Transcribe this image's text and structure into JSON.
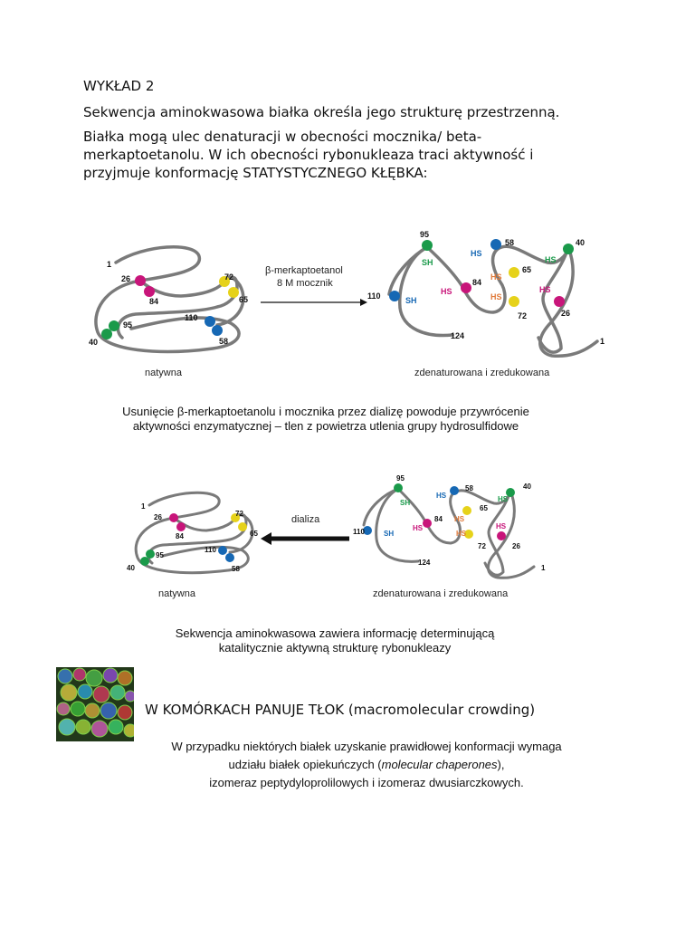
{
  "title": "WYKŁAD 2",
  "paragraph1": "Sekwencja aminokwasowa białka określa jego strukturę przestrzenną.",
  "paragraph2": "Białka mogą ulec denaturacji w obecności mocznika/ beta-merkaptoetanolu. W ich obecności rybonukleaza traci aktywność i przyjmuje konformację STATYSTYCZNEGO KŁĘBKA:",
  "figure1": {
    "arrow_line1": "β-merkaptoetanol",
    "arrow_line2": "8 M mocznik",
    "label_native": "natywna",
    "label_denatured": "zdenaturowana i zredukowana"
  },
  "caption1_line1": "Usunięcie β-merkaptoetanolu i mocznika przez dializę powoduje przywrócenie",
  "caption1_line2": "aktywności enzymatycznej – tlen z powietrza utlenia grupy hydrosulfidowe",
  "figure2": {
    "arrow_label": "dializa",
    "label_native": "natywna",
    "label_denatured": "zdenaturowana i zredukowana"
  },
  "caption2_line1": "Sekwencja aminokwasowa zawiera informację determinującą",
  "caption2_line2": "katalitycznie aktywną strukturę rybonukleazy",
  "crowding_heading": "W KOMÓRKACH PANUJE TŁOK (macromolecular crowding)",
  "chaperone_line1": "W przypadku niektórych białek uzyskanie prawidłowej konformacji  wymaga",
  "chaperone_line2_a": "udziału białek opiekuńczych (",
  "chaperone_line2_b": "molecular chaperones",
  "chaperone_line2_c": "),",
  "chaperone_line3": "izomeraz peptydyloprolilowych i izomeraz dwusiarczkowych.",
  "residues": {
    "r1": "1",
    "r26": "26",
    "r84": "84",
    "r72": "72",
    "r65": "65",
    "r110": "110",
    "r95": "95",
    "r40": "40",
    "r58": "58",
    "r124": "124",
    "sh": "SH",
    "hs": "HS"
  },
  "colors": {
    "green": "#1a9a4a",
    "magenta": "#c8157a",
    "yellow": "#e6d21a",
    "blue": "#1668b4",
    "orange": "#e07a3a",
    "chain": "#7a7a7a"
  }
}
